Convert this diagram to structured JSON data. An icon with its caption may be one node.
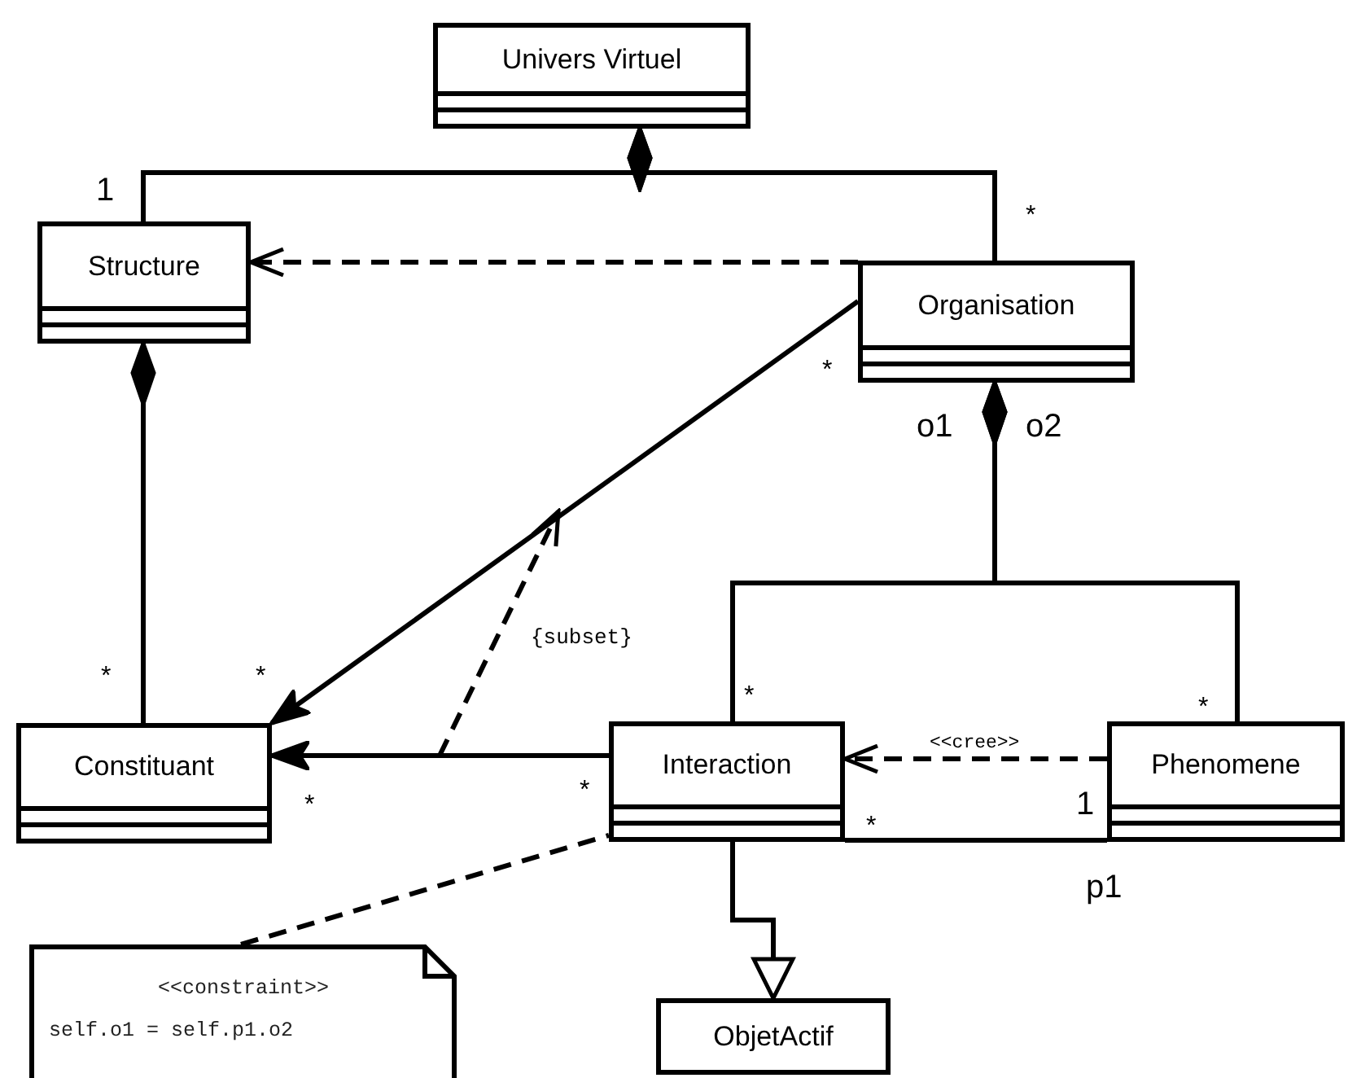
{
  "diagram": {
    "nodes": [
      {
        "text": [
          "Univers Virtuel"
        ]
      },
      {
        "text": [
          "Structure"
        ]
      },
      {
        "text": [
          "Organisation"
        ]
      },
      {
        "text": [
          "Constituant"
        ]
      },
      {
        "text": [
          "Interaction"
        ]
      },
      {
        "text": [
          "Phenomene"
        ]
      },
      {
        "text": [
          "ObjetActif"
        ]
      },
      {
        "text": [
          "<<constraint>>",
          "self.o1 = self.p1.o2"
        ]
      }
    ],
    "edges": [
      {
        "from": 0,
        "to": 1,
        "arrow": "other"
      },
      {
        "from": 0,
        "to": 2,
        "arrow": "other"
      },
      {
        "from": 2,
        "to": 1,
        "arrow": "to",
        "style": "dashed"
      },
      {
        "from": 1,
        "to": 3,
        "arrow": "other"
      },
      {
        "from": 2,
        "to": 3,
        "arrow": "to"
      },
      {
        "from": 4,
        "to": 3,
        "arrow": "to"
      },
      {
        "from": 2,
        "to": 4,
        "arrow": "other"
      },
      {
        "from": 2,
        "to": 5,
        "arrow": "other"
      },
      {
        "from": 5,
        "to": 4,
        "arrow": "to",
        "style": "dashed",
        "label": "<<cree>>"
      },
      {
        "from": 4,
        "to": 5,
        "arrow": "none"
      },
      {
        "from": 4,
        "to": 6,
        "arrow": "to"
      },
      {
        "from": 7,
        "to": 4,
        "arrow": "none",
        "style": "dashed"
      }
    ],
    "labels": [
      "{subset}",
      "1",
      "*",
      "*",
      "o1",
      "o2",
      "*",
      "*",
      "*",
      "*",
      "*",
      "*",
      "*",
      "1",
      "p1"
    ]
  }
}
